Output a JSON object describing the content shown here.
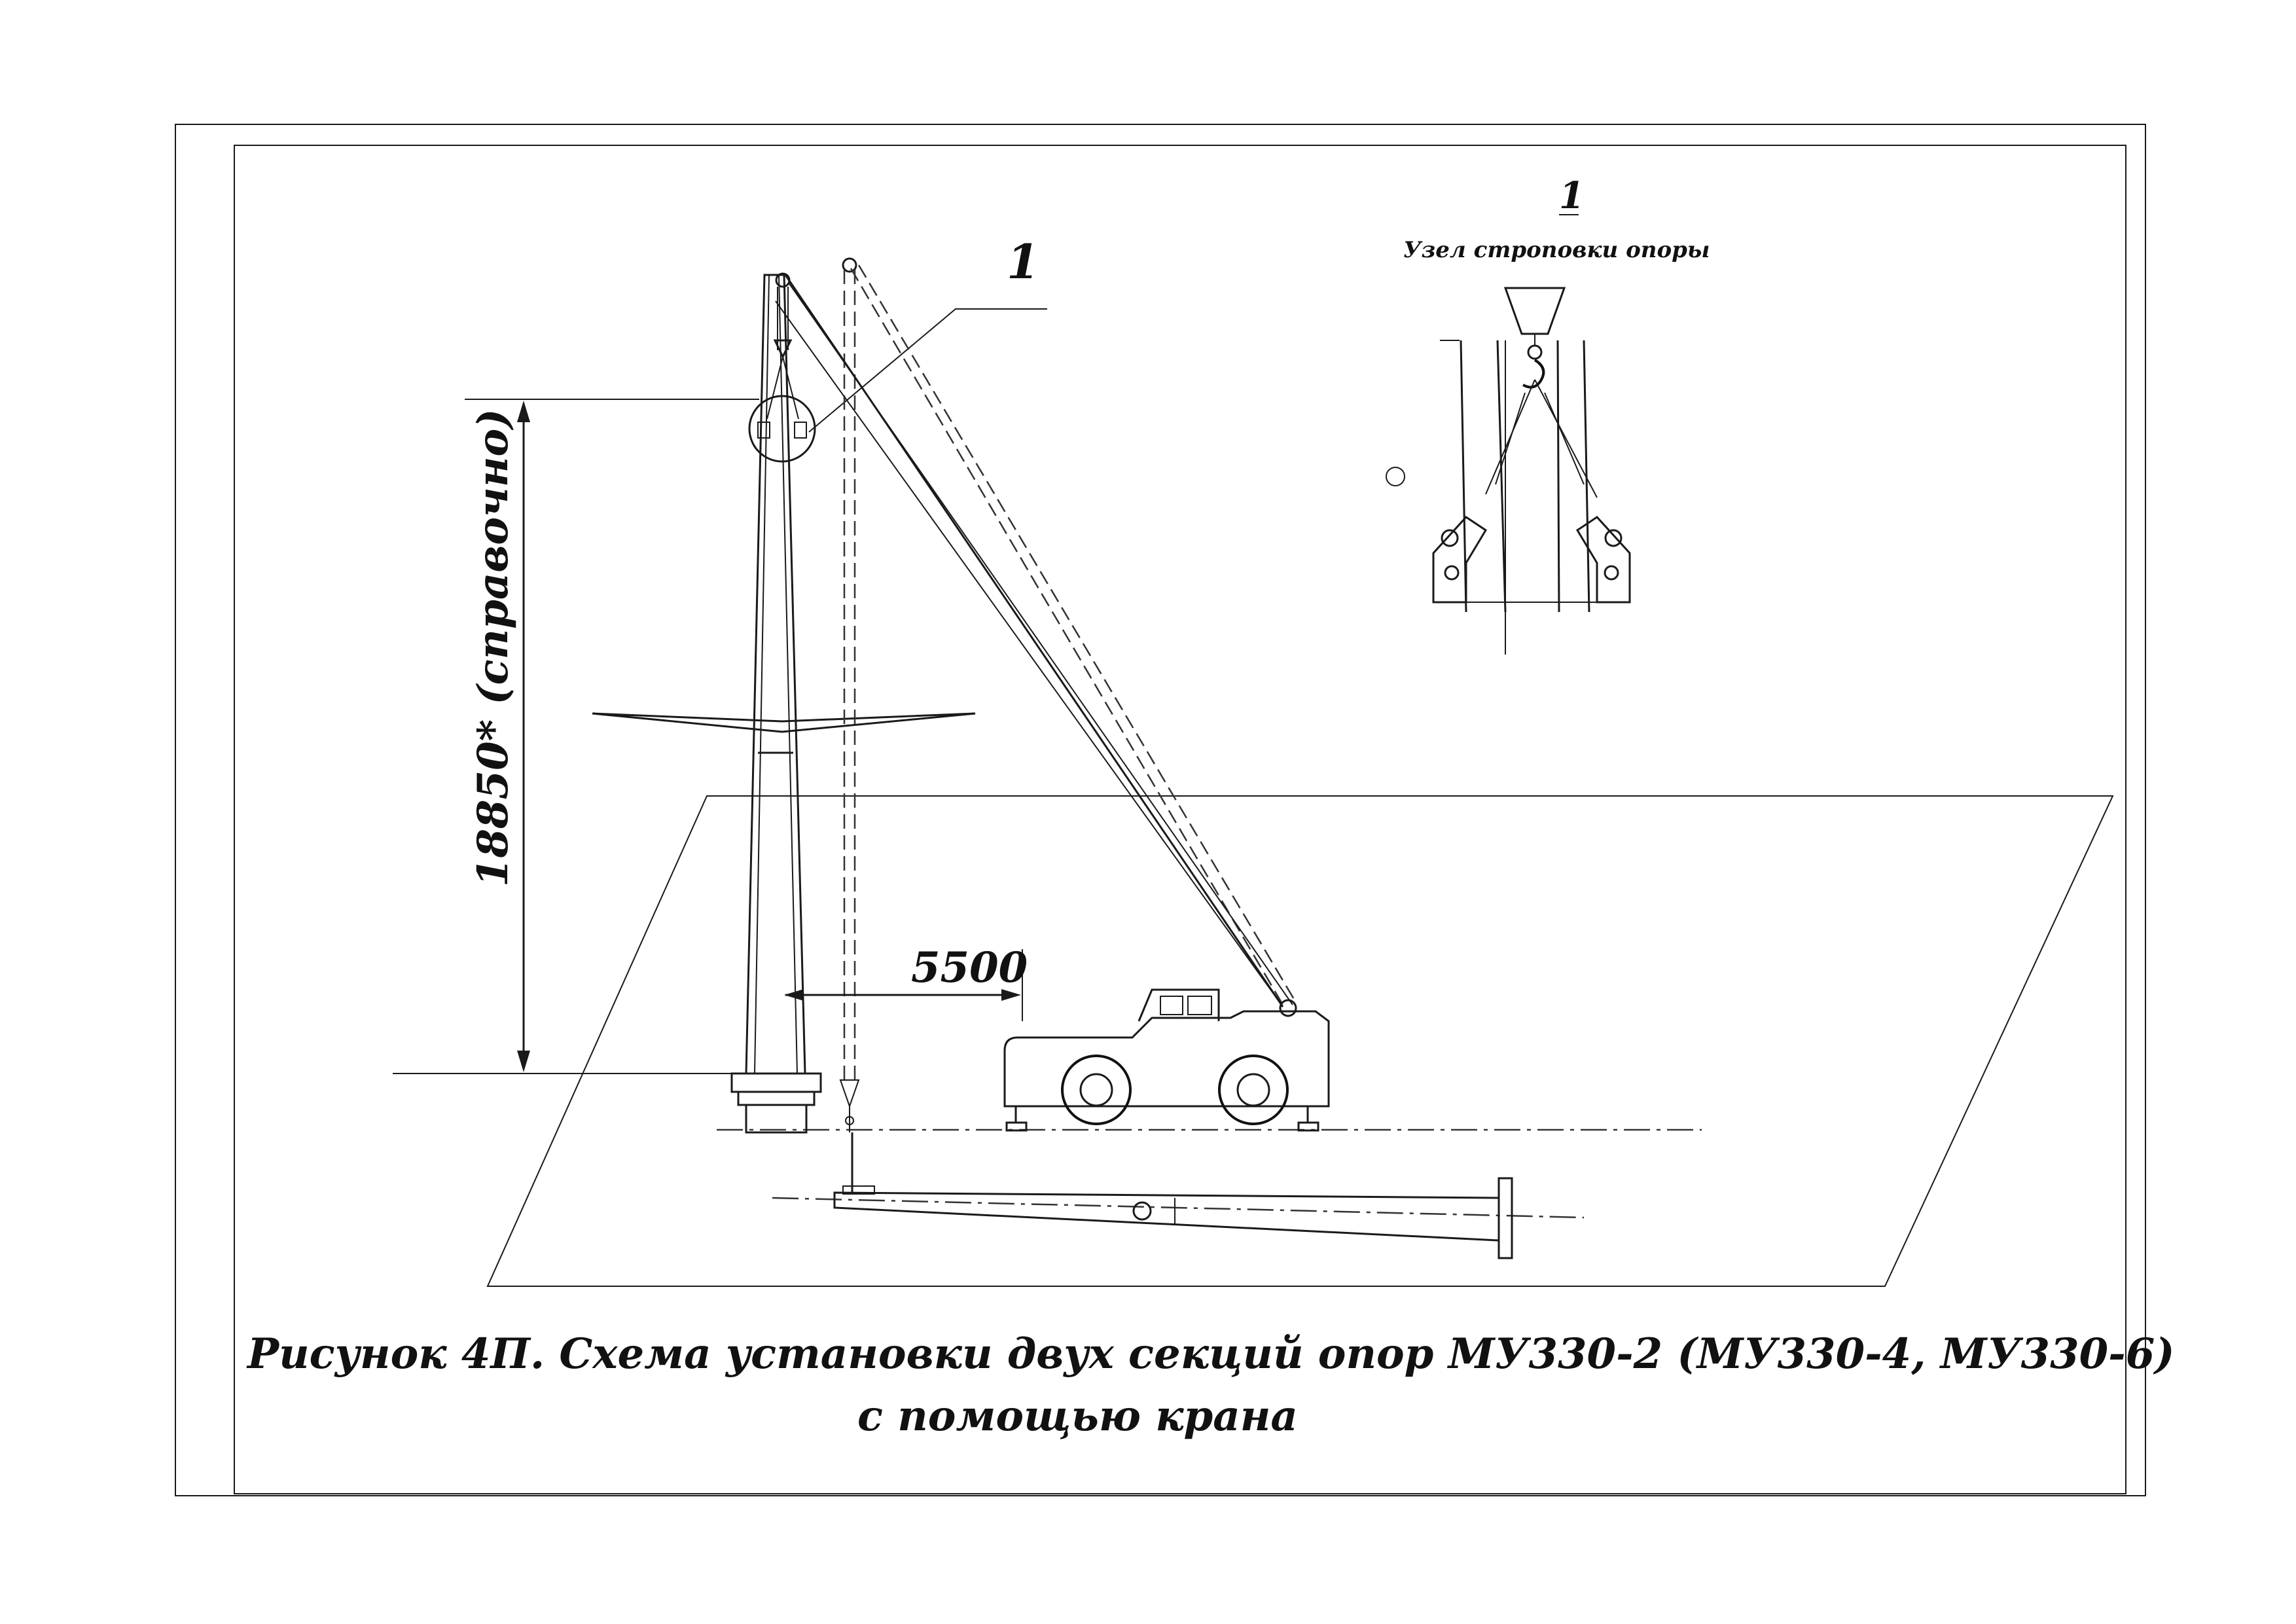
{
  "labels": {
    "callout_number": "1",
    "detail_number": "1",
    "detail_title": "Узел строповки опоры",
    "height_dimension": "18850* (справочно)",
    "offset_dimension": "5500"
  },
  "caption": {
    "line1": "Рисунок 4П. Схема установки двух секций  опор МУ330-2 (МУ330-4, МУ330-6)",
    "line2": "с помощью крана"
  }
}
